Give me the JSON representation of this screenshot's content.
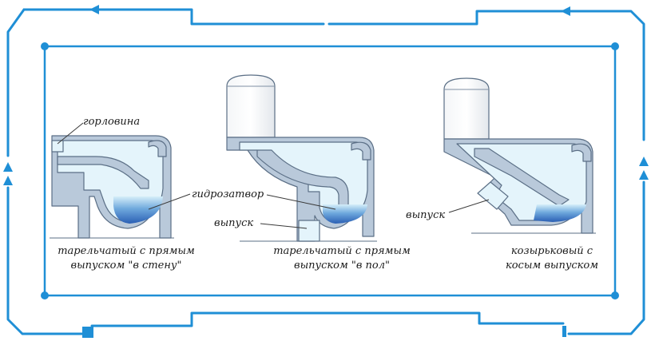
{
  "colors": {
    "frame": "#1f8fd6",
    "outline": "#5b6f86",
    "wall": "#b9c9da",
    "bowl": "#e4f4fb",
    "water_top": "#cfeaf7",
    "water_deep": "#2b6fc0",
    "tank": "#ffffff"
  },
  "labels": {
    "neck": "горловина",
    "water_seal": "гидрозатвор",
    "outlet_center": "выпуск",
    "outlet_right": "выпуск"
  },
  "captions": [
    {
      "line1": "тарельчатый с прямым",
      "line2": "выпуском \"в стену\""
    },
    {
      "line1": "тарельчатый с прямым",
      "line2": "выпуском \"в пол\""
    },
    {
      "line1": "козырьковый с",
      "line2": "косым выпуском"
    }
  ],
  "icons": {
    "frame_arrows": "triangle-arrow-icon",
    "frame_square": "square-marker-icon"
  }
}
